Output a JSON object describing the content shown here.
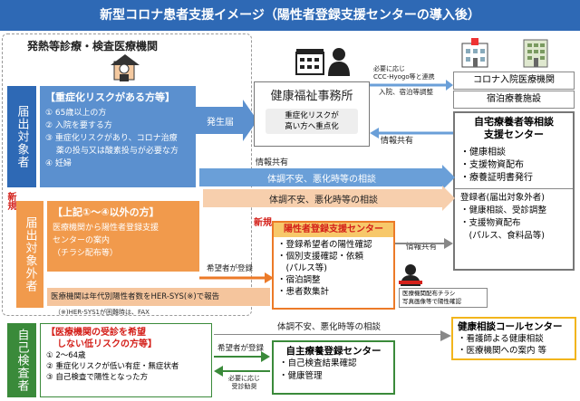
{
  "title": "新型コロナ患者支援イメージ（陽性者登録支援センターの導入後）",
  "clinic": {
    "title": "発熱等診療・検査医療機関"
  },
  "target": {
    "label": "届出対象者",
    "heading": "【重症化リスクがある方等】",
    "items": [
      "① 65歳以上の方",
      "② 入院を要する方",
      "③ 重症化リスクがあり、コロナ治療",
      "　 薬の投与又は酸素投与が必要な方",
      "④ 妊婦"
    ]
  },
  "non_target": {
    "new_badge": "新規",
    "label": "届出対象外者",
    "heading": "【上記①～④以外の方】",
    "lines": [
      "医療機関から陽性者登録支援",
      "センターの案内",
      "（チラシ配布等）"
    ],
    "report": "医療機関は年代別陽性者数をHER-SYS(※)で報告",
    "report_note": "（※)HER-SYS1が困難時は、FAX"
  },
  "self_test": {
    "label": "自己検査者",
    "heading1": "【医療機関の受診を希望",
    "heading2": "しない低リスクの方等】",
    "items": [
      "① 2～64歳",
      "② 重症化リスクが低い有症・無症状者",
      "③ 自己検査で陽性となった方"
    ]
  },
  "health_office": {
    "title": "健康福祉事務所",
    "sub1": "重症化リスクが",
    "sub2": "高い方へ重点化"
  },
  "arrows": {
    "report_label": "発生届",
    "info_share": "情報共有",
    "info_share2": "情報共有",
    "info_share3": "情報共有",
    "consult1": "体調不安、悪化時等の相談",
    "consult2": "体調不安、悪化時等の相談",
    "consult3": "体調不安、悪化時等の相談",
    "hope_register1": "希望者が登録",
    "hope_register2": "希望者が登録",
    "as_needed": "必要に応じ",
    "coordination": "CCC-Hyogo等と連携",
    "admission": "入院、宿泊等調整",
    "as_needed2": "必要に応じ",
    "consult_visit": "受診勧奨"
  },
  "hospital": {
    "title": "コロナ入院医療機関"
  },
  "hotel": {
    "title": "宿泊療養施設"
  },
  "home_center": {
    "title1": "自宅療養者等相談",
    "title2": "支援センター",
    "items": [
      "・健康相談",
      "・支援物資配布",
      "・療養証明書発行"
    ],
    "registered": "登録者(届出対象外者)",
    "items2": [
      "・健康相談、受診調整",
      "・支援物資配布",
      "　(パルス、食料品等)"
    ]
  },
  "pos_center": {
    "new_badge": "新規",
    "title": "陽性者登録支援センター",
    "items": [
      "・登録希望者の陽性確認",
      "・個別支援確認・依頼",
      "　(パルス等)",
      "・宿泊調整",
      "・患者数集計"
    ],
    "flyer1": "医療機関配布チラシ",
    "flyer2": "写真画像等で陽性確認"
  },
  "self_center": {
    "title": "自主療養登録センター",
    "items": [
      "・自己検査結果確認",
      "・健康管理"
    ]
  },
  "call_center": {
    "title": "健康相談コールセンター",
    "items": [
      "・看護師よる健康相談",
      "・医療機関への案内 等"
    ]
  },
  "colors": {
    "blue": "#2e69b5",
    "orange": "#ec7a28",
    "green": "#3a8a3a",
    "red": "#d4201a",
    "yellow": "#f2b51c"
  }
}
